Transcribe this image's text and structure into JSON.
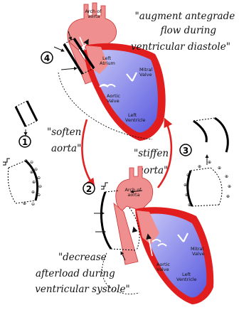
{
  "quotes": {
    "augment": [
      "\"augment antegrade",
      "flow during",
      "ventricular diastole\""
    ],
    "soften": [
      "\"soften",
      "aorta\""
    ],
    "stiffen": [
      "\"stiffen",
      "aorta\""
    ],
    "decrease": [
      "\"decrease",
      "afterload during",
      "ventricular systole\""
    ]
  },
  "steps": [
    "1",
    "2",
    "3",
    "4"
  ],
  "top_heart": {
    "arch": [
      "Arch of",
      "aorta"
    ],
    "left_atrium": [
      "Left",
      "Atrium"
    ],
    "mitral_valve": [
      "Mitral",
      "Valve"
    ],
    "aortic_valve": [
      "Aortic",
      "Valve"
    ],
    "left_ventricle": [
      "Left",
      "Ventricle"
    ]
  },
  "bottom_heart": {
    "arch": [
      "Arch of",
      "aorta"
    ],
    "mitral_valve": [
      "Mitral",
      "Valve"
    ],
    "aortic_valve": [
      "Aortic",
      "Valve"
    ],
    "left_ventricle": [
      "Left",
      "Ventricle"
    ]
  },
  "signs": {
    "minus": "⊖",
    "plus": "⊕"
  },
  "colors": {
    "aorta": "#f08f8f",
    "heart_red": "#e21d1d",
    "chamber": "#7b7be8",
    "arrow_red": "#e22222"
  }
}
